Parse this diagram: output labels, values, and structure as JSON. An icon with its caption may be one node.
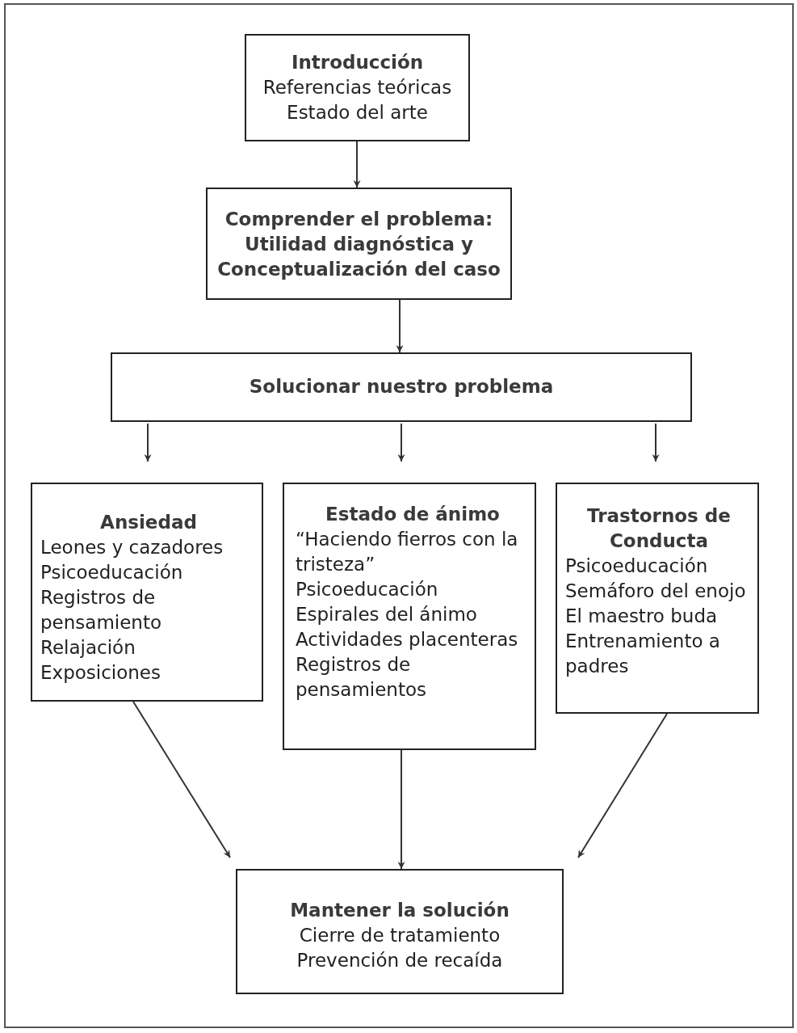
{
  "diagram": {
    "nodes": [
      {
        "text": [
          "Introducción",
          "Referencias teóricas",
          "Estado del arte"
        ]
      },
      {
        "text": [
          "Comprender el problema: Utilidad diagnóstica y Conceptualización del caso"
        ]
      },
      {
        "text": [
          "Solucionar nuestro problema"
        ]
      },
      {
        "text": [
          "Ansiedad",
          "Leones y cazadores",
          "Psicoeducación",
          "Registros de pensamiento",
          "Relajación",
          "Exposiciones"
        ]
      },
      {
        "text": [
          "Estado de ánimo",
          "“Haciendo fierros con la tristeza”",
          "Psicoeducación",
          "Espirales del ánimo",
          "Actividades placenteras",
          "Registros de pensamientos"
        ]
      },
      {
        "text": [
          "Trastornos de Conducta",
          "Psicoeducación",
          "Semáforo del enojo",
          "El maestro buda",
          "Entrenamiento a padres"
        ]
      },
      {
        "text": [
          "Mantener la solución",
          "Cierre de tratamiento",
          "Prevención de recaída"
        ]
      }
    ],
    "edges": [
      {
        "from": 0,
        "to": 1,
        "arrow": "to"
      },
      {
        "from": 1,
        "to": 2,
        "arrow": "to"
      },
      {
        "from": 2,
        "to": 3,
        "arrow": "to"
      },
      {
        "from": 2,
        "to": 4,
        "arrow": "to"
      },
      {
        "from": 2,
        "to": 5,
        "arrow": "to"
      },
      {
        "from": 3,
        "to": 6,
        "arrow": "to"
      },
      {
        "from": 4,
        "to": 6,
        "arrow": "to"
      },
      {
        "from": 5,
        "to": 6,
        "arrow": "to"
      }
    ]
  }
}
